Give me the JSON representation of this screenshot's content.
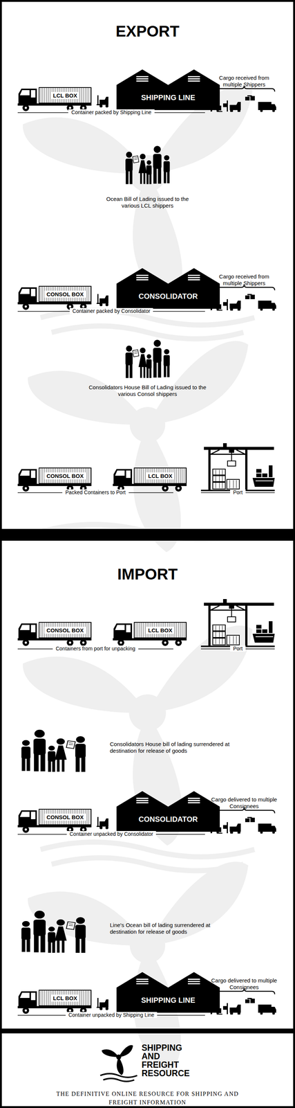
{
  "diagram": {
    "nodes": [
      {
        "text": [
          "LCL BOX"
        ]
      },
      {
        "text": [
          "SHIPPING LINE"
        ]
      },
      {
        "text": [
          "CONSOL BOX"
        ]
      },
      {
        "text": [
          "CONSOLIDATOR"
        ]
      },
      {
        "text": [
          "CONSOL BOX"
        ]
      },
      {
        "text": [
          "LCL BOX"
        ]
      },
      {
        "text": [
          "CONSOL BOX"
        ]
      },
      {
        "text": [
          "LCL BOX"
        ]
      },
      {
        "text": [
          "CONSOL BOX"
        ]
      },
      {
        "text": [
          "CONSOLIDATOR"
        ]
      },
      {
        "text": [
          "LCL BOX"
        ]
      },
      {
        "text": [
          "SHIPPING LINE"
        ]
      }
    ],
    "labels": [
      "EXPORT",
      "Cargo received from multiple Shippers",
      "Container packed by Shipping Line",
      "Ocean Bill of Lading issued to the various LCL shippers",
      "Cargo received from multiple Shippers",
      "Container packed by Consolidator",
      "Consolidators House Bill of Lading issued to the various Consol shippers",
      "Packed Containers to Port",
      "Port",
      "IMPORT",
      "Containers from port for unpacking",
      "Port",
      "Consolidators House bill of lading surrendered at destination for release of goods",
      "Cargo delivered to multiple Consignees",
      "Container unpacked by Consolidator",
      "Line's Ocean bill of lading surrendered at destination for release of goods",
      "Cargo delivered to multiple Consignees",
      "Container unpacked by Shipping Line",
      "SHIPPING AND FREIGHT RESOURCE",
      "THE DEFINITIVE ONLINE RESOURCE FOR SHIPPING AND FREIGHT INFORMATION"
    ]
  }
}
